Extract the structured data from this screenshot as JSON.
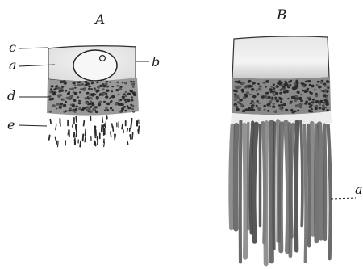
{
  "figure": {
    "panel_a": {
      "title": "A",
      "labels": {
        "c": "c",
        "a": "a",
        "b": "b",
        "d": "d",
        "e": "e"
      }
    },
    "panel_b": {
      "title": "B",
      "labels": {
        "a": "a"
      }
    }
  }
}
